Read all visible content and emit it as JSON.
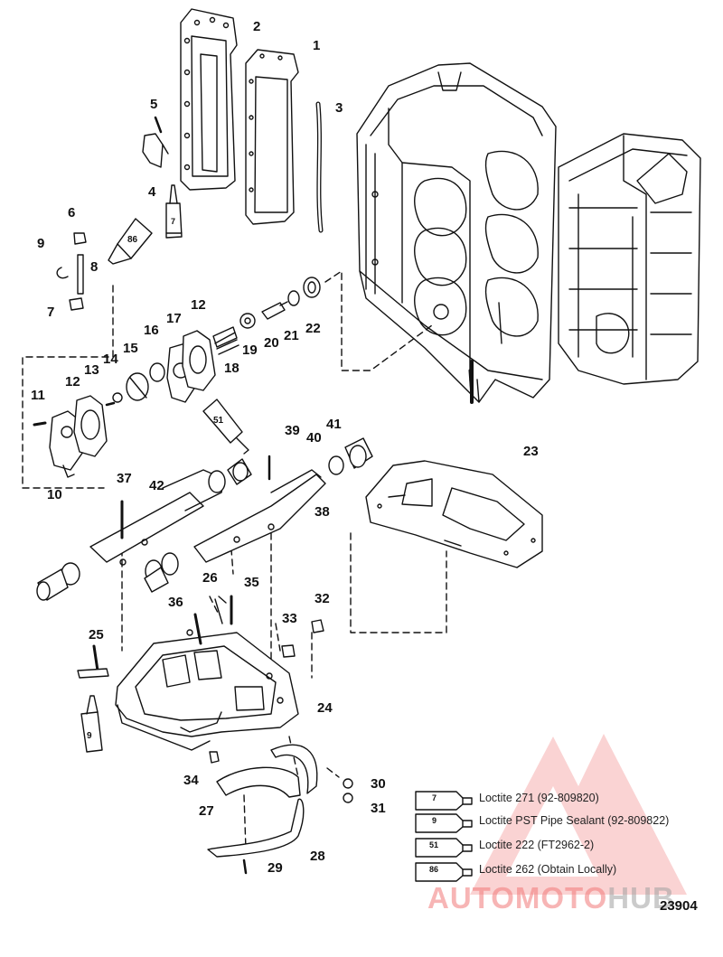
{
  "callouts": [
    "1",
    "2",
    "3",
    "4",
    "5",
    "6",
    "7",
    "8",
    "9",
    "10",
    "11",
    "12",
    "13",
    "14",
    "15",
    "16",
    "17",
    "12",
    "18",
    "19",
    "20",
    "21",
    "22",
    "23",
    "24",
    "25",
    "26",
    "27",
    "28",
    "29",
    "30",
    "31",
    "32",
    "33",
    "34",
    "35",
    "36",
    "37",
    "38",
    "39",
    "40",
    "41",
    "42",
    "7",
    "9",
    "51",
    "86"
  ],
  "legend": {
    "items": [
      {
        "tube": "7",
        "text": "Loctite 271 (92-809820)"
      },
      {
        "tube": "9",
        "text": "Loctite PST Pipe Sealant (92-809822)"
      },
      {
        "tube": "51",
        "text": "Loctite 222 (FT2962-2)"
      },
      {
        "tube": "86",
        "text": "Loctite 262 (Obtain Locally)"
      }
    ]
  },
  "reference_code": "23904",
  "watermark": {
    "part_a": "AUTOMOTO",
    "part_b": "HUB",
    "color_a": "#f17878",
    "color_b": "#a0a0a0"
  },
  "colors": {
    "line": "#111111",
    "paper": "#ffffff"
  }
}
